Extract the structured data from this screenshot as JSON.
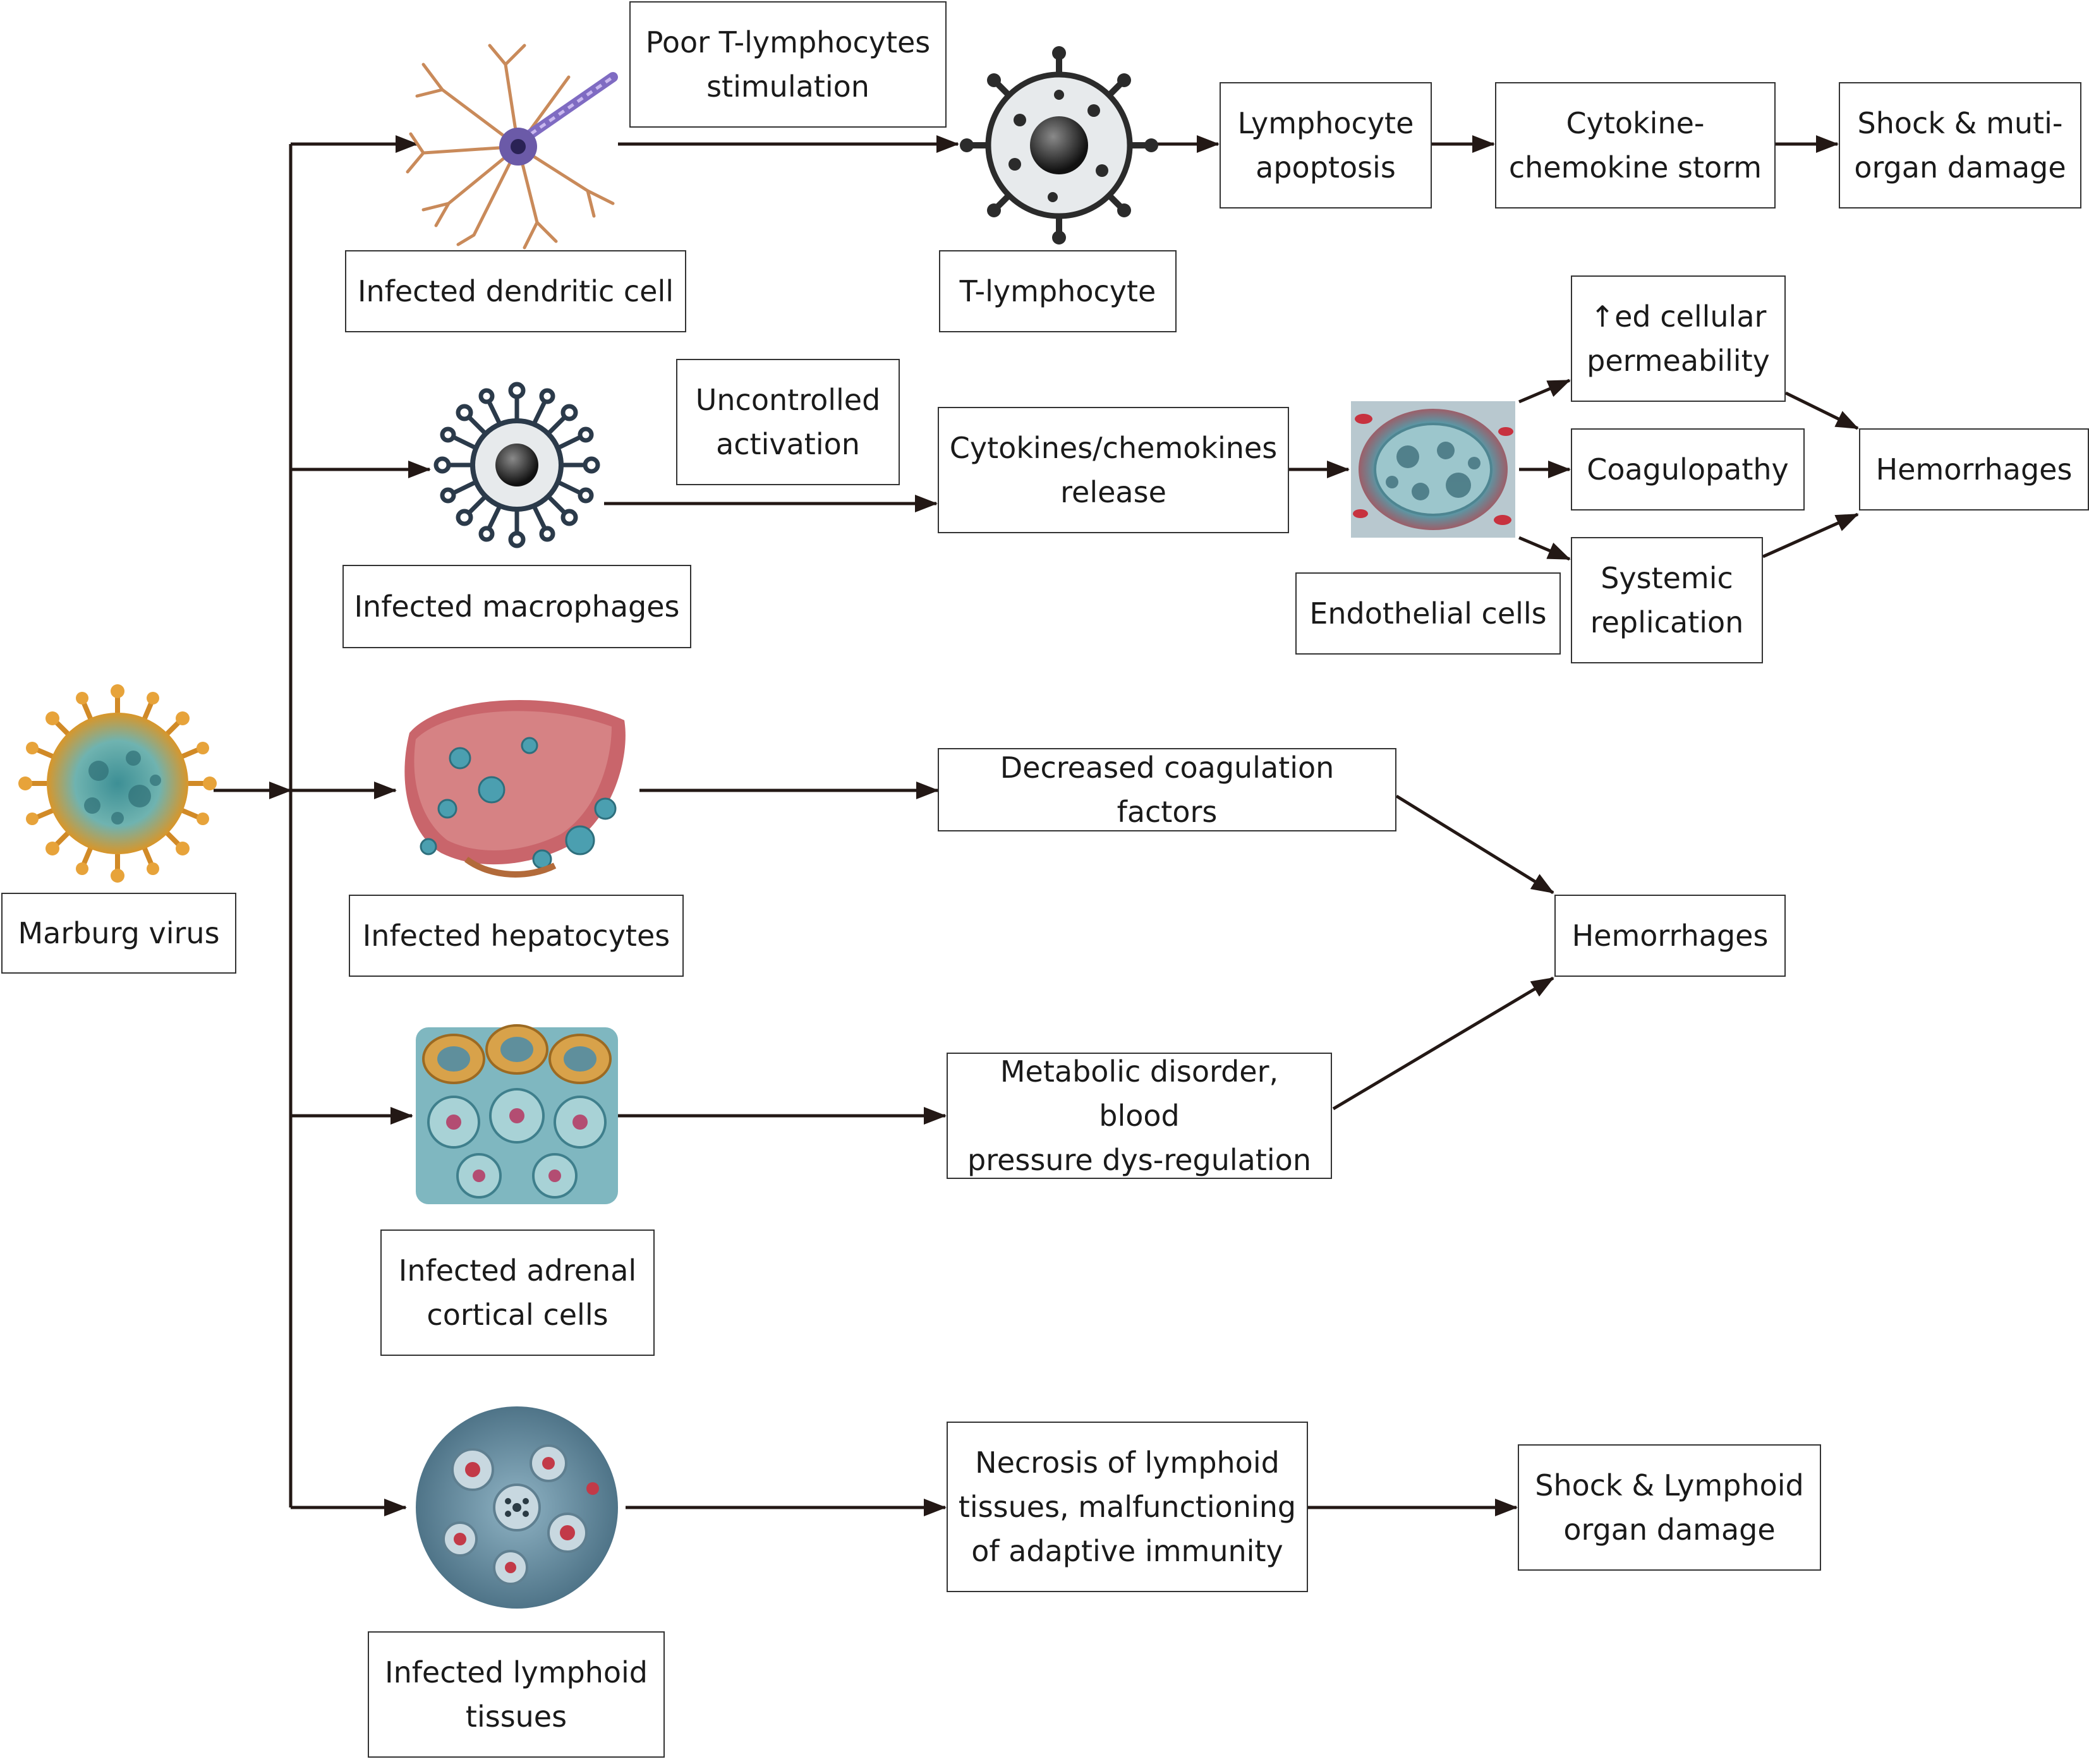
{
  "colors": {
    "arrow": "#231815",
    "box_border": "#333333",
    "text": "#1a1a1a"
  },
  "nodes": {
    "marburg_virus": "Marburg virus",
    "poor_t_stim": "Poor T-lymphocytes\nstimulation",
    "infected_dendritic": "Infected dendritic cell",
    "t_lymphocyte": "T-lymphocyte",
    "lymphocyte_apoptosis": "Lymphocyte\napoptosis",
    "cytokine_storm": "Cytokine-\nchemokine storm",
    "shock_multi_organ": "Shock & muti-\norgan damage",
    "uncontrolled_activation": "Uncontrolled\nactivation",
    "infected_macrophages": "Infected macrophages",
    "cytokines_release": "Cytokines/chemokines\nrelease",
    "endothelial_cells": "Endothelial cells",
    "cellular_permeability": "↑ed cellular\npermeability",
    "coagulopathy": "Coagulopathy",
    "systemic_replication": "Systemic\nreplication",
    "hemorrhages_top": "Hemorrhages",
    "infected_hepatocytes": "Infected hepatocytes",
    "decreased_coagulation": "Decreased coagulation factors",
    "hemorrhages_middle": "Hemorrhages",
    "infected_adrenal": "Infected adrenal\ncortical cells",
    "metabolic_disorder": "Metabolic disorder, blood\npressure dys-regulation",
    "infected_lymphoid": "Infected lymphoid\ntissues",
    "necrosis_lymphoid": "Necrosis of lymphoid\ntissues, malfunctioning\nof adaptive immunity",
    "shock_lymphoid": "Shock & Lymphoid\norgan damage"
  },
  "illustrations": {
    "virus": "marburg-virus-illustration",
    "dendritic": "dendritic-cell-illustration",
    "t_cell": "t-lymphocyte-icon",
    "macrophage": "macrophage-icon",
    "endothelial": "endothelial-cells-illustration",
    "liver": "liver-hepatocytes-illustration",
    "adrenal": "adrenal-cortical-tissue-illustration",
    "lymphoid": "lymphoid-tissue-illustration"
  }
}
